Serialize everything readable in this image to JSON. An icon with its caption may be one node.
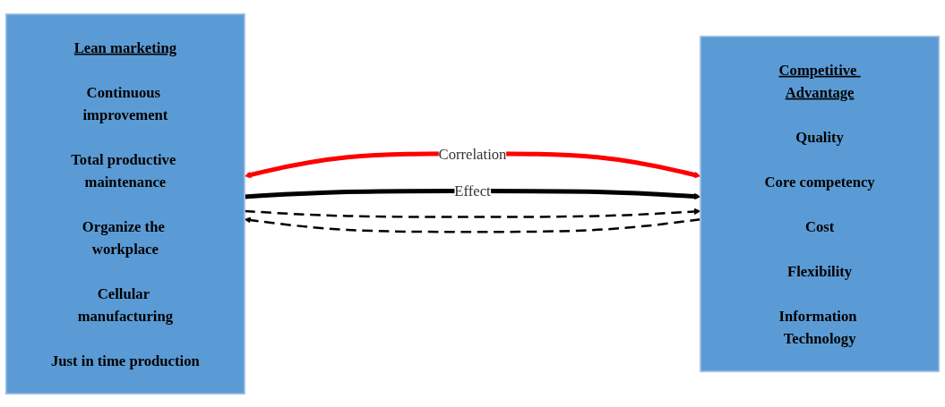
{
  "diagram": {
    "nodes": [
      {
        "text": [
          "Lean marketing",
          "Continuous improvement",
          "Total productive maintenance",
          "Organize the workplace",
          "Cellular manufacturing",
          "Just in time production"
        ]
      },
      {
        "text": [
          "Competitive Advantage",
          "Quality",
          "Core competency",
          "Cost",
          "Flexibility",
          "Information Technology"
        ]
      }
    ],
    "edges": [
      {
        "from": 0,
        "to": 1,
        "arrow": "both",
        "label": "Correlation",
        "style": "thick",
        "color": "#ff0000"
      },
      {
        "from": 0,
        "to": 1,
        "arrow": "to",
        "label": "Effect",
        "style": "thick"
      },
      {
        "from": 0,
        "to": 1,
        "arrow": "to",
        "style": "dashed"
      },
      {
        "from": 1,
        "to": 0,
        "arrow": "to",
        "style": "dashed"
      }
    ]
  }
}
